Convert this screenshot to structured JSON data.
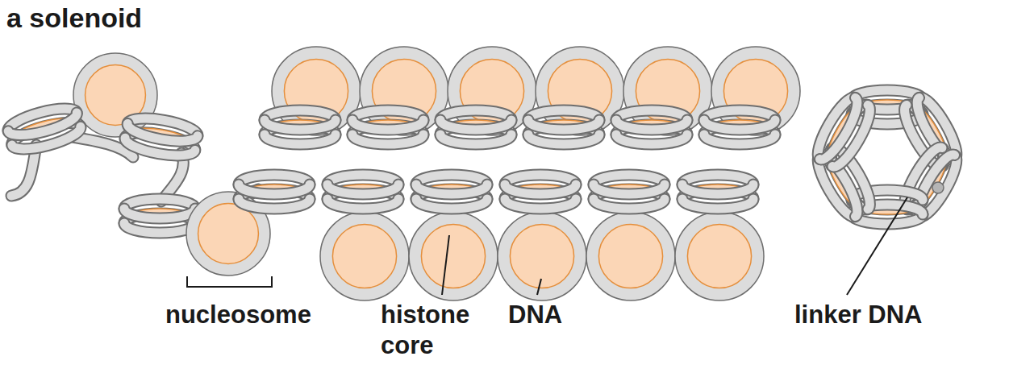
{
  "diagram": {
    "title": "a solenoid",
    "labels": [
      "nucleosome",
      "histone core",
      "DNA",
      "linker DNA"
    ]
  }
}
